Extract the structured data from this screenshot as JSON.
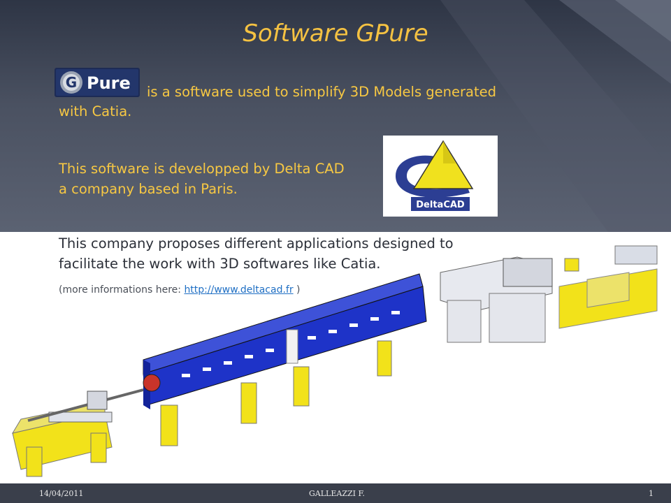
{
  "slide": {
    "title": "Software GPure",
    "logo_gpure_text": "Pure",
    "logo_gpure_letter": "G",
    "line1": "is a software used to simplify 3D Models generated",
    "line2": "with Catia.",
    "line3": "This software is developped by Delta CAD",
    "line4": "a company based in Paris.",
    "logo_delta_text": "DeltaCAD",
    "line5": "This company proposes different applications designed to",
    "line6": "facilitate the work with 3D softwares like Catia.",
    "more_prefix": "(more informations here: ",
    "more_link": "http://www.deltacad.fr",
    "more_suffix": " )"
  },
  "footer": {
    "date": "14/04/2011",
    "author": "GALLEAZZI F.",
    "page": "1"
  },
  "colors": {
    "title": "#f5c242",
    "body_text_top": "#f7c843",
    "body_text_bottom": "#2b2f38",
    "link": "#1f6fc4",
    "machine_yellow": "#f2e21a",
    "machine_blue": "#1e33c8"
  }
}
